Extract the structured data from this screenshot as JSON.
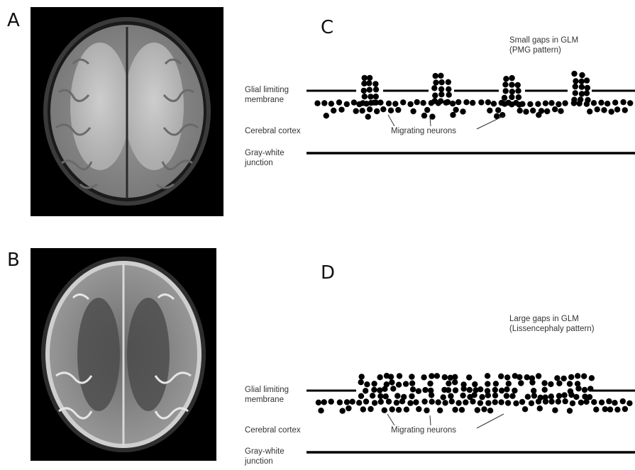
{
  "panels": {
    "a": {
      "letter": "A"
    },
    "b": {
      "letter": "B"
    },
    "c": {
      "letter": "C",
      "gap_note_line1": "Small gaps in GLM",
      "gap_note_line2": "(PMG pattern)",
      "glm_line1": "Glial limiting",
      "glm_line2": "membrane",
      "cortex": "Cerebral cortex",
      "migrating": "Migrating neurons",
      "gw_line1": "Gray-white",
      "gw_line2": "junction"
    },
    "d": {
      "letter": "D",
      "gap_note_line1": "Large gaps in GLM",
      "gap_note_line2": "(Lissencephaly pattern)",
      "glm_line1": "Glial limiting",
      "glm_line2": "membrane",
      "cortex": "Cerebral cortex",
      "migrating": "Migrating neurons",
      "gw_line1": "Gray-white",
      "gw_line2": "junction"
    }
  },
  "images": {
    "a": {
      "description": "T1-weighted axial brain MRI"
    },
    "b": {
      "description": "T2-weighted axial brain MRI"
    }
  },
  "colors": {
    "ink": "#000000",
    "text": "#333333"
  }
}
